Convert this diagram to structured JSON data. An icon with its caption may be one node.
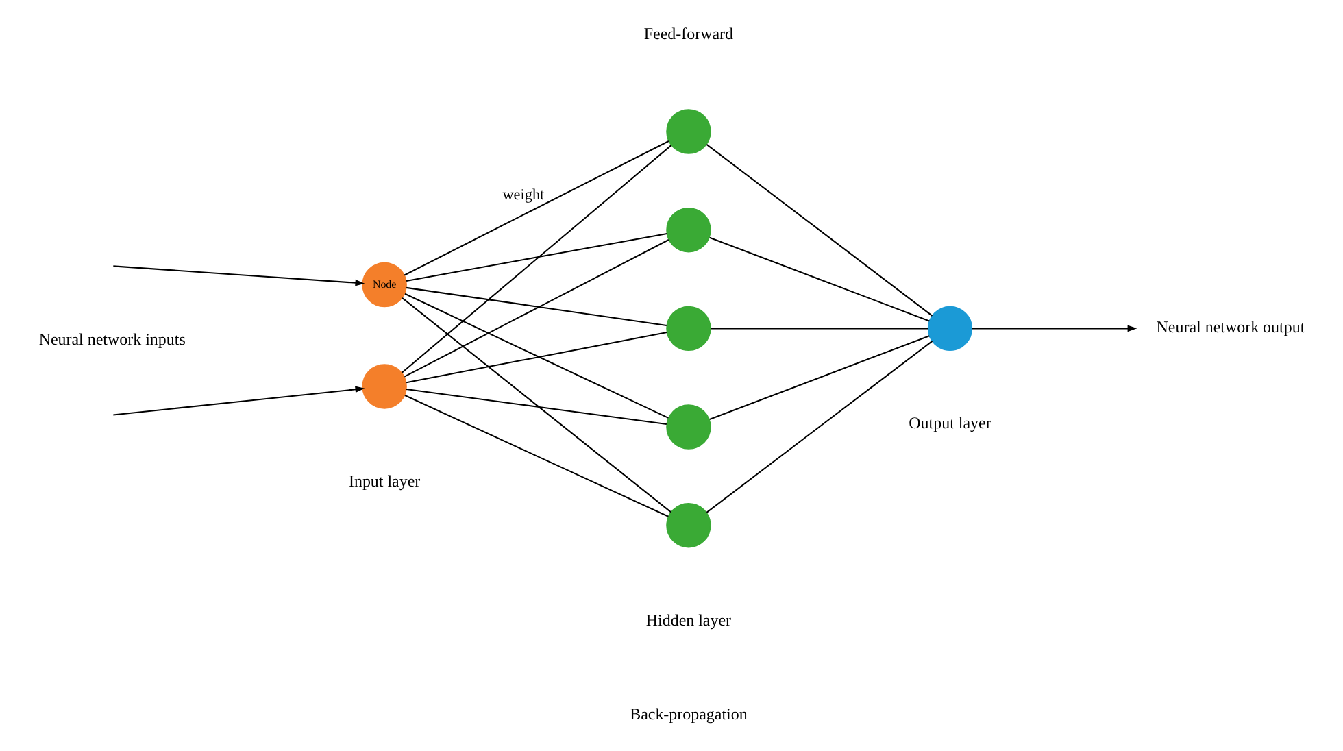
{
  "diagram": {
    "nodes": [
      {
        "text": [
          "Node"
        ]
      },
      {
        "text": [],
        "shape": "circle"
      },
      {
        "text": [],
        "shape": "circle"
      },
      {
        "text": [],
        "shape": "circle"
      },
      {
        "text": [],
        "shape": "circle"
      },
      {
        "text": [],
        "shape": "circle"
      },
      {
        "text": [],
        "shape": "circle"
      },
      {
        "text": [],
        "shape": "circle"
      },
      {
        "text": [
          "Neural network output"
        ]
      }
    ],
    "edges": [
      {
        "from": null,
        "to": 0,
        "arrow": "to"
      },
      {
        "from": null,
        "to": 1,
        "arrow": "to"
      },
      {
        "from": 0,
        "to": 2,
        "arrow": "none",
        "label": "weight"
      },
      {
        "from": 0,
        "to": 3,
        "arrow": "none"
      },
      {
        "from": 0,
        "to": 4,
        "arrow": "none"
      },
      {
        "from": 0,
        "to": 5,
        "arrow": "none"
      },
      {
        "from": 0,
        "to": 6,
        "arrow": "none"
      },
      {
        "from": 1,
        "to": 2,
        "arrow": "none"
      },
      {
        "from": 1,
        "to": 3,
        "arrow": "none"
      },
      {
        "from": 1,
        "to": 4,
        "arrow": "none"
      },
      {
        "from": 1,
        "to": 5,
        "arrow": "none"
      },
      {
        "from": 1,
        "to": 6,
        "arrow": "none"
      },
      {
        "from": 2,
        "to": 7,
        "arrow": "none"
      },
      {
        "from": 3,
        "to": 7,
        "arrow": "none"
      },
      {
        "from": 4,
        "to": 7,
        "arrow": "none"
      },
      {
        "from": 5,
        "to": 7,
        "arrow": "none"
      },
      {
        "from": 6,
        "to": 7,
        "arrow": "none"
      },
      {
        "from": 7,
        "to": 8,
        "arrow": "to"
      }
    ],
    "labels": [
      "Feed-forward",
      "Neural network inputs",
      "Input layer",
      "Hidden layer",
      "Output layer",
      "Back-propagation"
    ]
  }
}
